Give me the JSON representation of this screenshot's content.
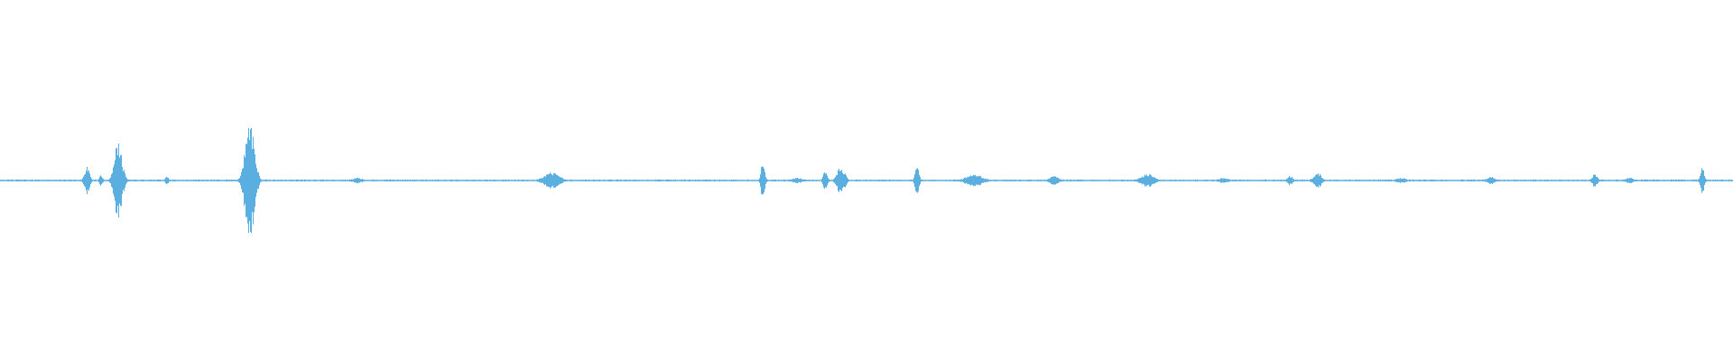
{
  "waveform": {
    "color": "#5aaee0",
    "baseline_amplitude": 0.006,
    "peaks": [
      {
        "pos": 0.05,
        "amp": 0.1,
        "spread": 0.002
      },
      {
        "pos": 0.058,
        "amp": 0.05,
        "spread": 0.0012
      },
      {
        "pos": 0.068,
        "amp": 0.27,
        "spread": 0.003
      },
      {
        "pos": 0.096,
        "amp": 0.03,
        "spread": 0.0015
      },
      {
        "pos": 0.144,
        "amp": 0.45,
        "spread": 0.0035
      },
      {
        "pos": 0.206,
        "amp": 0.02,
        "spread": 0.004
      },
      {
        "pos": 0.318,
        "amp": 0.06,
        "spread": 0.006
      },
      {
        "pos": 0.44,
        "amp": 0.14,
        "spread": 0.0015
      },
      {
        "pos": 0.46,
        "amp": 0.02,
        "spread": 0.004
      },
      {
        "pos": 0.476,
        "amp": 0.08,
        "spread": 0.0015
      },
      {
        "pos": 0.485,
        "amp": 0.1,
        "spread": 0.003
      },
      {
        "pos": 0.529,
        "amp": 0.11,
        "spread": 0.0015
      },
      {
        "pos": 0.562,
        "amp": 0.04,
        "spread": 0.007
      },
      {
        "pos": 0.608,
        "amp": 0.03,
        "spread": 0.004
      },
      {
        "pos": 0.662,
        "amp": 0.05,
        "spread": 0.005
      },
      {
        "pos": 0.706,
        "amp": 0.02,
        "spread": 0.004
      },
      {
        "pos": 0.744,
        "amp": 0.04,
        "spread": 0.002
      },
      {
        "pos": 0.76,
        "amp": 0.06,
        "spread": 0.003
      },
      {
        "pos": 0.808,
        "amp": 0.02,
        "spread": 0.004
      },
      {
        "pos": 0.86,
        "amp": 0.03,
        "spread": 0.003
      },
      {
        "pos": 0.92,
        "amp": 0.05,
        "spread": 0.002
      },
      {
        "pos": 0.94,
        "amp": 0.02,
        "spread": 0.003
      },
      {
        "pos": 0.982,
        "amp": 0.1,
        "spread": 0.0015
      }
    ]
  }
}
